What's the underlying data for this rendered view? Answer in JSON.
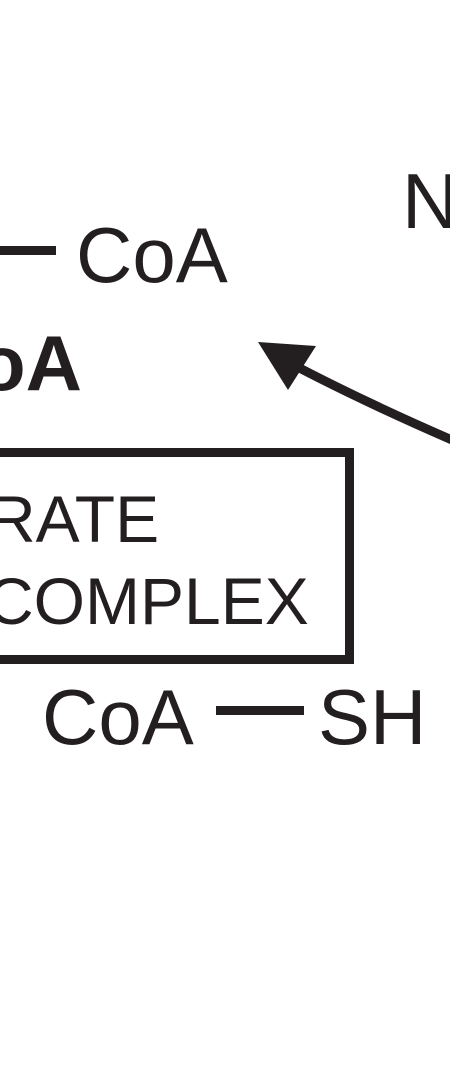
{
  "corner_letter": "N",
  "acetyl": {
    "coa": "CoA",
    "name_fragment": "oA"
  },
  "enzyme_box": {
    "line1": "RATE",
    "line2": "COMPLEX"
  },
  "coenzyme": {
    "coa": "CoA",
    "sh": "SH"
  },
  "colors": {
    "ink": "#231f20",
    "background": "#ffffff"
  }
}
